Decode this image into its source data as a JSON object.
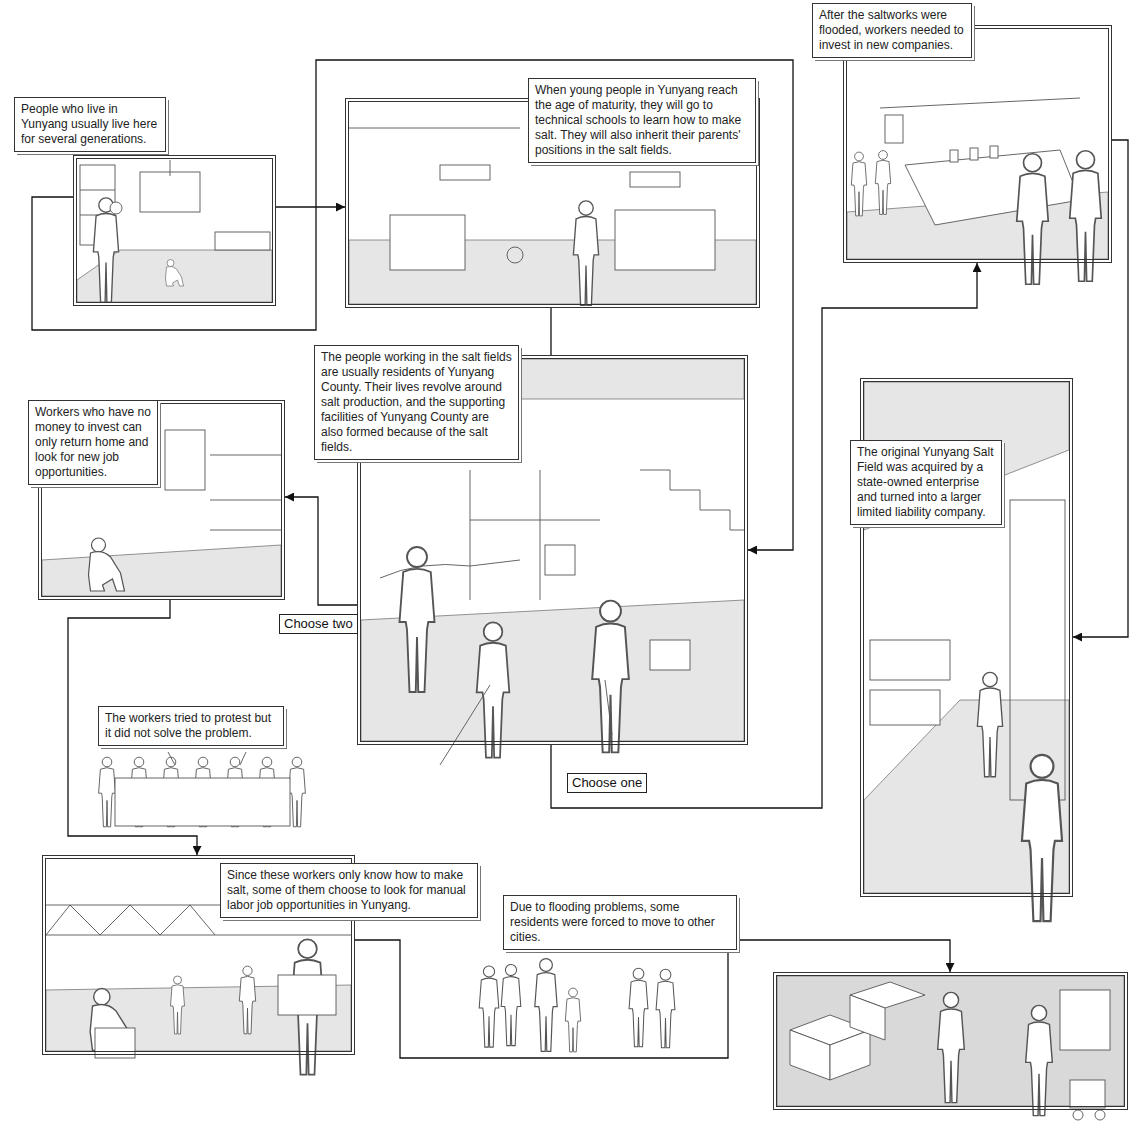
{
  "diagram": {
    "nodes": [
      {
        "text": [
          "People who live in Yunyang usually live here for several generations."
        ]
      },
      {
        "text": [
          "When young people in Yunyang reach the age of maturity, they will go to technical schools to learn how to make salt. They will also inherit their parents' positions in the salt fields."
        ]
      },
      {
        "text": [
          "After the saltworks were flooded, workers needed to invest in new companies."
        ]
      },
      {
        "text": [
          "The people working in the salt fields are usually residents of Yunyang County. Their lives revolve around salt production, and the supporting facilities of Yunyang County are also formed because of the salt fields."
        ]
      },
      {
        "text": [
          "Workers who have no money to invest can only return home and look for new job opportunities."
        ]
      },
      {
        "text": [
          "The original Yunyang Salt Field was acquired by a state-owned enterprise and turned into a larger limited liability company."
        ]
      },
      {
        "text": [
          "The workers tried to protest but it did not solve the problem."
        ]
      },
      {
        "text": [
          "Since these workers only know how to make salt, some of them choose to look for manual labor job opportunities in Yunyang."
        ]
      },
      {
        "text": [
          "Due to flooding problems, some residents were forced to move to other cities."
        ]
      },
      {
        "text": []
      }
    ],
    "edges": [
      {
        "from": 0,
        "to": 1,
        "arrow": "to"
      },
      {
        "from": 0,
        "to": 3,
        "arrow": "to"
      },
      {
        "from": 1,
        "to": 3,
        "arrow": "none"
      },
      {
        "from": 3,
        "to": 4,
        "label": "Choose two",
        "arrow": "to"
      },
      {
        "from": 3,
        "to": 2,
        "label": "Choose one",
        "arrow": "to"
      },
      {
        "from": 2,
        "to": 5,
        "arrow": "to"
      },
      {
        "from": 4,
        "to": 7,
        "arrow": "to"
      },
      {
        "from": 7,
        "to": 9,
        "arrow": "to"
      }
    ]
  }
}
